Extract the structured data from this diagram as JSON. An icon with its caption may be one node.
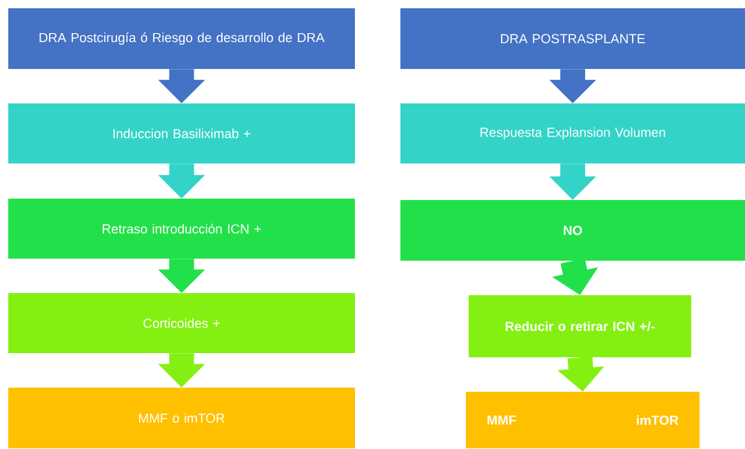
{
  "diagram": {
    "nodes": [
      {
        "text": [
          "DRA Postcirugía ó Riesgo de desarrollo de DRA"
        ]
      },
      {
        "text": [
          "Induccion Basiliximab +"
        ]
      },
      {
        "text": [
          "Retraso introducción ICN +"
        ]
      },
      {
        "text": [
          "Corticoides +"
        ]
      },
      {
        "text": [
          "MMF o imTOR"
        ]
      },
      {
        "text": [
          "DRA POSTRASPLANTE"
        ]
      },
      {
        "text": [
          "Respuesta Explansion Volumen"
        ]
      },
      {
        "text": [
          "NO"
        ]
      },
      {
        "text": [
          "Reducir o retirar ICN +/-"
        ]
      },
      {
        "text": [
          "MMF",
          "imTOR"
        ]
      }
    ],
    "edges": [
      {
        "from": 0,
        "to": 1,
        "arrow": "to",
        "color": "#4472c4"
      },
      {
        "from": 1,
        "to": 2,
        "arrow": "to",
        "color": "#33d3c8"
      },
      {
        "from": 2,
        "to": 3,
        "arrow": "to",
        "color": "#22e04a"
      },
      {
        "from": 3,
        "to": 4,
        "arrow": "to",
        "color": "#84f012"
      },
      {
        "from": 5,
        "to": 6,
        "arrow": "to",
        "color": "#4472c4"
      },
      {
        "from": 6,
        "to": 7,
        "arrow": "to",
        "color": "#33d3c8"
      },
      {
        "from": 7,
        "to": 8,
        "arrow": "to",
        "color": "#22e04a"
      },
      {
        "from": 8,
        "to": 9,
        "arrow": "to",
        "color": "#84f012"
      }
    ]
  }
}
